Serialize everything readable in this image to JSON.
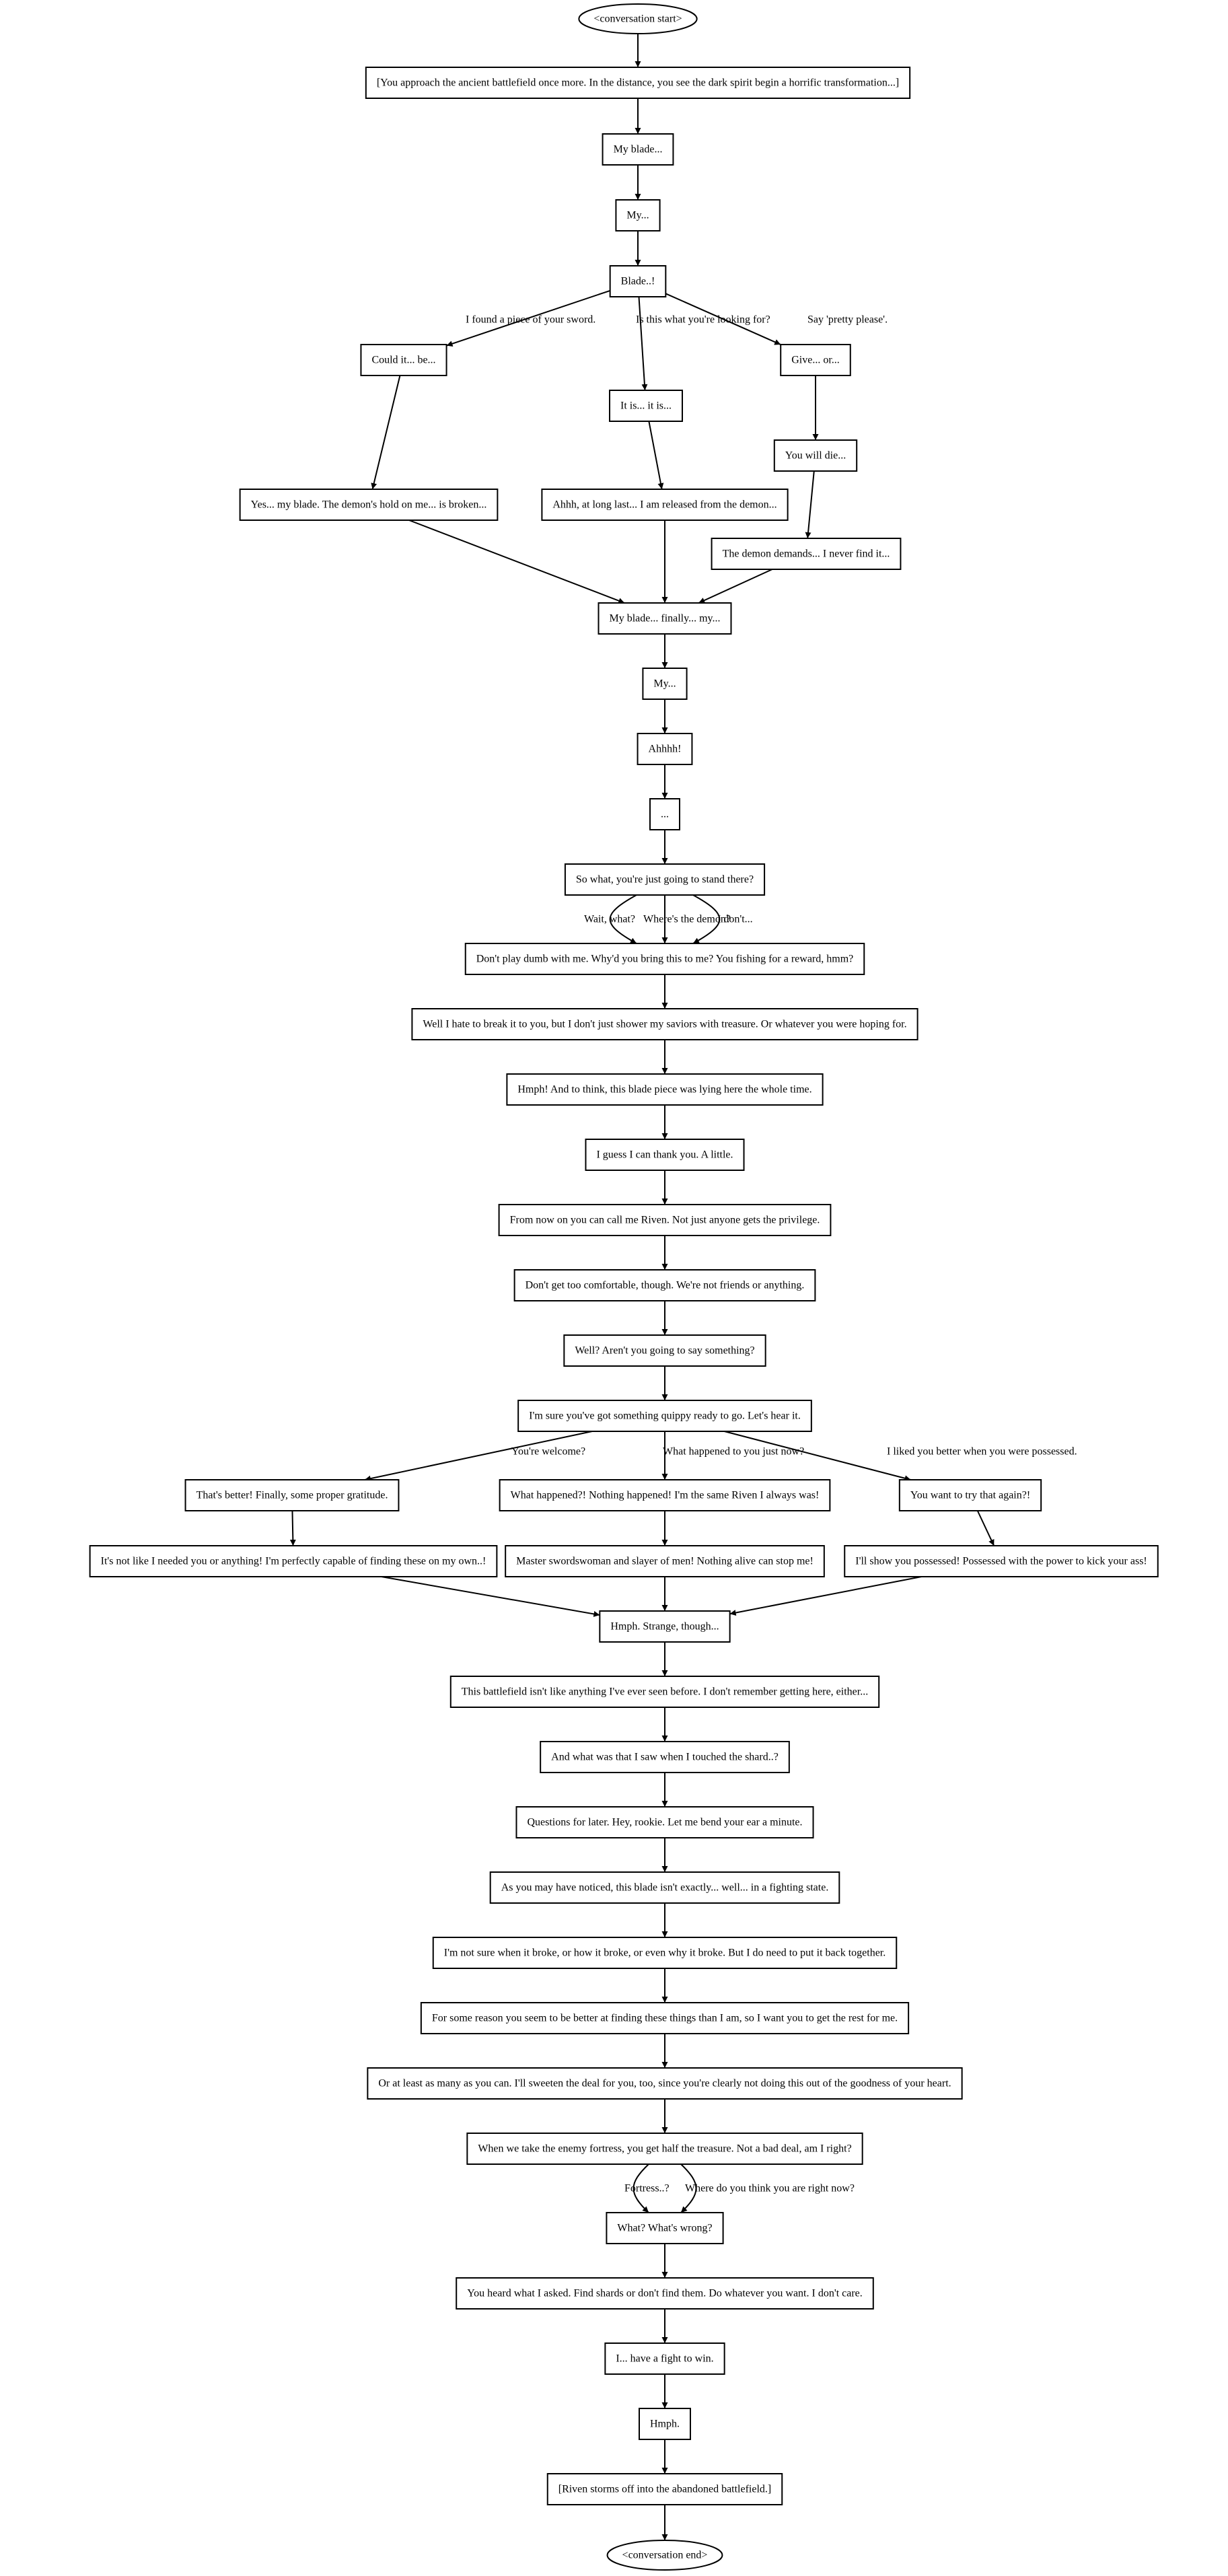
{
  "diagram": {
    "nodes": [
      {
        "id": "start",
        "label": "<conversation start>",
        "shape": "ellipse"
      },
      {
        "id": "n1",
        "label": "[You approach the ancient battlefield once more. In the distance, you see the dark spirit begin a horrific transformation...]"
      },
      {
        "id": "n2",
        "label": "My blade..."
      },
      {
        "id": "n3",
        "label": "My..."
      },
      {
        "id": "n4",
        "label": "Blade..!"
      },
      {
        "id": "n5a",
        "label": "Could it... be..."
      },
      {
        "id": "n5b",
        "label": "It is... it is..."
      },
      {
        "id": "n5c",
        "label": "Give... or..."
      },
      {
        "id": "n6c",
        "label": "You will die..."
      },
      {
        "id": "n6a",
        "label": "Yes... my blade. The demon's hold on me... is broken..."
      },
      {
        "id": "n6b",
        "label": "Ahhh, at long last... I am released from the demon..."
      },
      {
        "id": "n7c",
        "label": "The demon demands... I never find it..."
      },
      {
        "id": "n8",
        "label": "My blade... finally... my..."
      },
      {
        "id": "n9",
        "label": "My..."
      },
      {
        "id": "n10",
        "label": "Ahhhh!"
      },
      {
        "id": "n11",
        "label": "..."
      },
      {
        "id": "n12",
        "label": "So what, you're just going to stand there?"
      },
      {
        "id": "n13",
        "label": "Don't play dumb with me. Why'd you bring this to me? You fishing for a reward, hmm?"
      },
      {
        "id": "n14",
        "label": "Well I hate to break it to you, but I don't just shower my saviors with treasure. Or whatever you were hoping for."
      },
      {
        "id": "n15",
        "label": "Hmph! And to think, this blade piece was lying here the whole time."
      },
      {
        "id": "n16",
        "label": "I guess I can thank you. A little."
      },
      {
        "id": "n17",
        "label": "From now on you can call me Riven. Not just anyone gets the privilege."
      },
      {
        "id": "n18",
        "label": "Don't get too comfortable, though. We're not friends or anything."
      },
      {
        "id": "n19",
        "label": "Well? Aren't you going to say something?"
      },
      {
        "id": "n20",
        "label": "I'm sure you've got something quippy ready to go. Let's hear it."
      },
      {
        "id": "n21a",
        "label": "That's better! Finally, some proper gratitude."
      },
      {
        "id": "n21b",
        "label": "What happened?! Nothing happened! I'm the same Riven I always was!"
      },
      {
        "id": "n21c",
        "label": "You want to try that again?!"
      },
      {
        "id": "n22a",
        "label": "It's not like I needed you or anything! I'm perfectly capable of finding these on my own..!"
      },
      {
        "id": "n22b",
        "label": "Master swordswoman and slayer of men! Nothing alive can stop me!"
      },
      {
        "id": "n22c",
        "label": "I'll show you possessed! Possessed with the power to kick your ass!"
      },
      {
        "id": "n23",
        "label": "Hmph. Strange, though..."
      },
      {
        "id": "n24",
        "label": "This battlefield isn't like anything I've ever seen before. I don't remember getting here, either..."
      },
      {
        "id": "n25",
        "label": "And what was that I saw when I touched the shard..?"
      },
      {
        "id": "n26",
        "label": "Questions for later. Hey, rookie. Let me bend your ear a minute."
      },
      {
        "id": "n27",
        "label": "As you may have noticed, this blade isn't exactly... well... in a fighting state."
      },
      {
        "id": "n28",
        "label": "I'm not sure when it broke, or how it broke, or even why it broke. But I do need to put it back together."
      },
      {
        "id": "n29",
        "label": "For some reason you seem to be better at finding these things than I am, so I want you to get the rest for me."
      },
      {
        "id": "n30",
        "label": "Or at least as many as you can. I'll sweeten the deal for you, too, since you're clearly not doing this out of the goodness of your heart."
      },
      {
        "id": "n31",
        "label": "When we take the enemy fortress, you get half the treasure. Not a bad deal, am I right?"
      },
      {
        "id": "n32",
        "label": "What? What's wrong?"
      },
      {
        "id": "n33",
        "label": "You heard what I asked. Find shards or don't find them. Do whatever you want. I don't care."
      },
      {
        "id": "n34",
        "label": "I... have a fight to win."
      },
      {
        "id": "n35",
        "label": "Hmph."
      },
      {
        "id": "n36",
        "label": "[Riven storms off into the abandoned battlefield.]"
      },
      {
        "id": "end",
        "label": "<conversation end>",
        "shape": "ellipse"
      }
    ],
    "edges": [
      {
        "from": "start",
        "to": "n1",
        "label": ""
      },
      {
        "from": "n1",
        "to": "n2",
        "label": ""
      },
      {
        "from": "n2",
        "to": "n3",
        "label": ""
      },
      {
        "from": "n3",
        "to": "n4",
        "label": ""
      },
      {
        "from": "n4",
        "to": "n5a",
        "label": "I found a piece of your sword."
      },
      {
        "from": "n4",
        "to": "n5b",
        "label": "Is this what you're looking for?"
      },
      {
        "from": "n4",
        "to": "n5c",
        "label": "Say 'pretty please'."
      },
      {
        "from": "n5a",
        "to": "n6a",
        "label": ""
      },
      {
        "from": "n5b",
        "to": "n6b",
        "label": ""
      },
      {
        "from": "n5c",
        "to": "n6c",
        "label": ""
      },
      {
        "from": "n6c",
        "to": "n7c",
        "label": ""
      },
      {
        "from": "n6a",
        "to": "n8",
        "label": ""
      },
      {
        "from": "n6b",
        "to": "n8",
        "label": ""
      },
      {
        "from": "n7c",
        "to": "n8",
        "label": ""
      },
      {
        "from": "n8",
        "to": "n9",
        "label": ""
      },
      {
        "from": "n9",
        "to": "n10",
        "label": ""
      },
      {
        "from": "n10",
        "to": "n11",
        "label": ""
      },
      {
        "from": "n11",
        "to": "n12",
        "label": ""
      },
      {
        "from": "n12",
        "to": "n13",
        "label": "Wait, what?"
      },
      {
        "from": "n12",
        "to": "n13",
        "label": "Where's the demon?"
      },
      {
        "from": "n12",
        "to": "n13",
        "label": "I don't..."
      },
      {
        "from": "n13",
        "to": "n14",
        "label": ""
      },
      {
        "from": "n14",
        "to": "n15",
        "label": ""
      },
      {
        "from": "n15",
        "to": "n16",
        "label": ""
      },
      {
        "from": "n16",
        "to": "n17",
        "label": ""
      },
      {
        "from": "n17",
        "to": "n18",
        "label": ""
      },
      {
        "from": "n18",
        "to": "n19",
        "label": ""
      },
      {
        "from": "n19",
        "to": "n20",
        "label": ""
      },
      {
        "from": "n20",
        "to": "n21a",
        "label": "You're welcome?"
      },
      {
        "from": "n20",
        "to": "n21b",
        "label": "What happened to you just now?"
      },
      {
        "from": "n20",
        "to": "n21c",
        "label": "I liked you better when you were possessed."
      },
      {
        "from": "n21a",
        "to": "n22a",
        "label": ""
      },
      {
        "from": "n21b",
        "to": "n22b",
        "label": ""
      },
      {
        "from": "n21c",
        "to": "n22c",
        "label": ""
      },
      {
        "from": "n22a",
        "to": "n23",
        "label": ""
      },
      {
        "from": "n22b",
        "to": "n23",
        "label": ""
      },
      {
        "from": "n22c",
        "to": "n23",
        "label": ""
      },
      {
        "from": "n23",
        "to": "n24",
        "label": ""
      },
      {
        "from": "n24",
        "to": "n25",
        "label": ""
      },
      {
        "from": "n25",
        "to": "n26",
        "label": ""
      },
      {
        "from": "n26",
        "to": "n27",
        "label": ""
      },
      {
        "from": "n27",
        "to": "n28",
        "label": ""
      },
      {
        "from": "n28",
        "to": "n29",
        "label": ""
      },
      {
        "from": "n29",
        "to": "n30",
        "label": ""
      },
      {
        "from": "n30",
        "to": "n31",
        "label": ""
      },
      {
        "from": "n31",
        "to": "n32",
        "label": "Fortress..?"
      },
      {
        "from": "n31",
        "to": "n32",
        "label": "Where do you think you are right now?"
      },
      {
        "from": "n32",
        "to": "n33",
        "label": ""
      },
      {
        "from": "n33",
        "to": "n34",
        "label": ""
      },
      {
        "from": "n34",
        "to": "n35",
        "label": ""
      },
      {
        "from": "n35",
        "to": "n36",
        "label": ""
      },
      {
        "from": "n36",
        "to": "end",
        "label": ""
      }
    ]
  }
}
